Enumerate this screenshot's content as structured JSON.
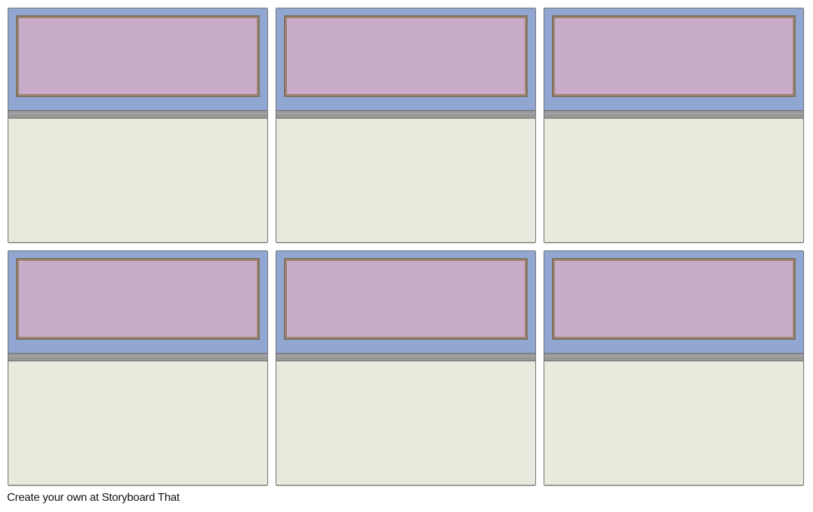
{
  "footer": {
    "text": "Create your own at Storyboard That"
  },
  "colors": {
    "wall": "#91a7d2",
    "board": "#c8acc8",
    "board_frame": "#b89476",
    "shelf": "#989898",
    "desk": "#e9e9de"
  },
  "cells": [
    {
      "id": "cell-1"
    },
    {
      "id": "cell-2"
    },
    {
      "id": "cell-3"
    },
    {
      "id": "cell-4"
    },
    {
      "id": "cell-5"
    },
    {
      "id": "cell-6"
    }
  ]
}
